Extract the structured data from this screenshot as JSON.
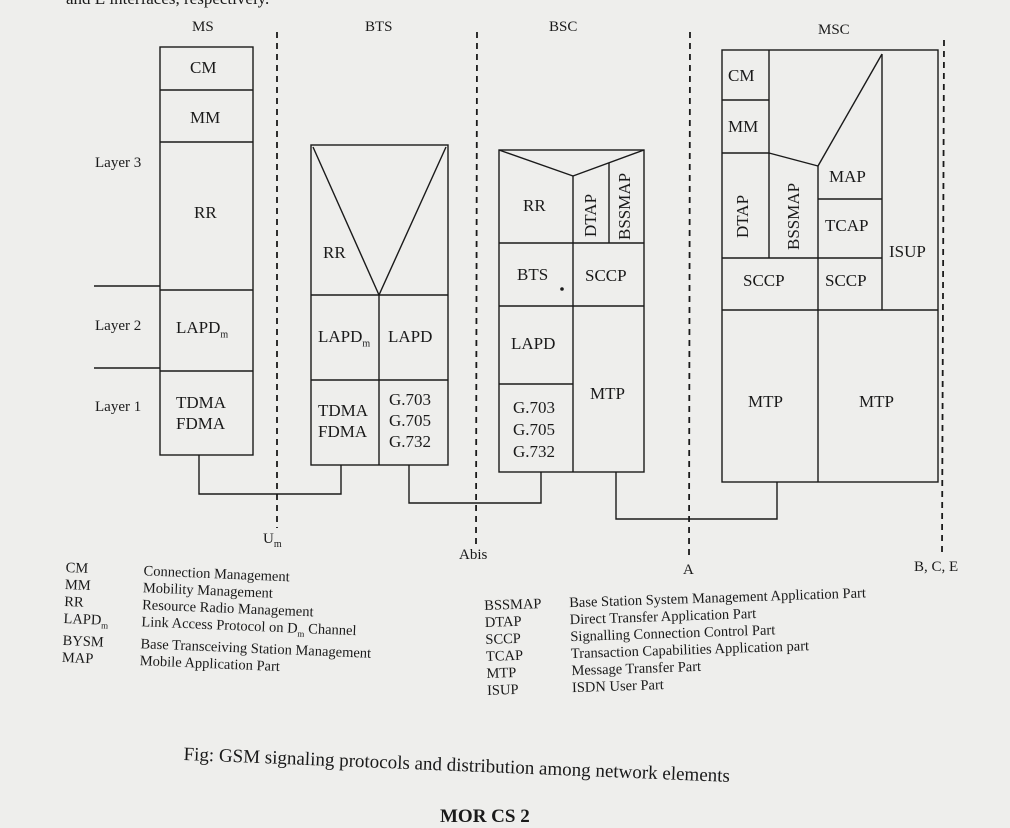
{
  "header_fragment": "and E interfaces, respectively.",
  "columns": {
    "ms": "MS",
    "bts": "BTS",
    "bsc": "BSC",
    "msc": "MSC"
  },
  "layers": {
    "l3": "Layer 3",
    "l2": "Layer 2",
    "l1": "Layer 1"
  },
  "interfaces": {
    "um": "U",
    "um_sub": "m",
    "abis": "Abis",
    "a": "A",
    "bce": "B, C, E"
  },
  "ms": {
    "cm": "CM",
    "mm": "MM",
    "rr": "RR",
    "lapd": "LAPD",
    "lapd_sub": "m",
    "tdma": "TDMA",
    "fdma": "FDMA"
  },
  "bts": {
    "rr": "RR",
    "lapdm": "LAPD",
    "lapdm_sub": "m",
    "lapd": "LAPD",
    "tdma": "TDMA",
    "fdma": "FDMA",
    "g703": "G.703",
    "g705": "G.705",
    "g732": "G.732"
  },
  "bsc": {
    "rr": "RR",
    "dtap": "DTAP",
    "bssmap": "BSSMAP",
    "bts": "BTS",
    "sccp": "SCCP",
    "lapd": "LAPD",
    "mtp": "MTP",
    "g703": "G.703",
    "g705": "G.705",
    "g732": "G.732"
  },
  "msc": {
    "cm": "CM",
    "mm": "MM",
    "dtap": "DTAP",
    "bssmap": "BSSMAP",
    "map": "MAP",
    "tcap": "TCAP",
    "isup": "ISUP",
    "sccp_left": "SCCP",
    "sccp_right": "SCCP",
    "mtp_left": "MTP",
    "mtp_right": "MTP"
  },
  "legend_left": [
    {
      "abbr": "CM",
      "sub": "",
      "desc": "Connection Management"
    },
    {
      "abbr": "MM",
      "sub": "",
      "desc": "Mobility Management"
    },
    {
      "abbr": "RR",
      "sub": "",
      "desc": "Resource Radio Management"
    },
    {
      "abbr": "LAPD",
      "sub": "m",
      "desc": "Link Access Protocol on D",
      "desc_sub": "m",
      "desc_tail": " Channel"
    },
    {
      "abbr": "BYSM",
      "sub": "",
      "desc": "Base Transceiving Station Management"
    },
    {
      "abbr": "MAP",
      "sub": "",
      "desc": "Mobile Application Part"
    }
  ],
  "legend_right": [
    {
      "abbr": "BSSMAP",
      "desc": "Base Station System Management Application Part"
    },
    {
      "abbr": "DTAP",
      "desc": "Direct Transfer Application Part"
    },
    {
      "abbr": "SCCP",
      "desc": "Signalling Connection Control Part"
    },
    {
      "abbr": "TCAP",
      "desc": "Transaction Capabilities Application part"
    },
    {
      "abbr": "MTP",
      "desc": "Message Transfer Part"
    },
    {
      "abbr": "ISUP",
      "desc": "ISDN User Part"
    }
  ],
  "caption": "Fig: GSM signaling protocols and distribution among network elements",
  "footer_fragment": "MOR CS 2"
}
